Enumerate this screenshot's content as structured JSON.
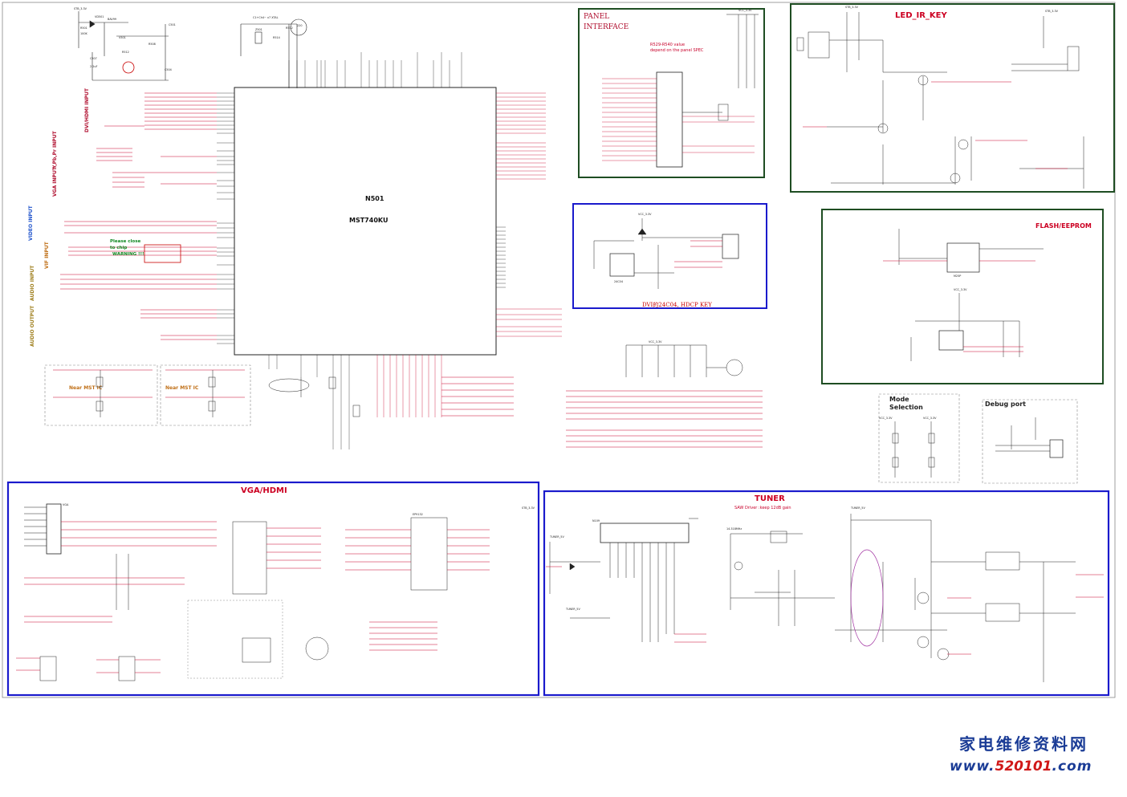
{
  "main_chip": {
    "ref": "N501",
    "part": "MST740KU"
  },
  "sections": {
    "panel_interface": {
      "title_line1": "PANEL",
      "title_line2": "INTERFACE",
      "note_line1": "R529-R540 value",
      "note_line2": "depend on the panel SPEC"
    },
    "led_ir_key": {
      "title": "LED_IR_KEY"
    },
    "hdcp_key": {
      "title": "DVI的24C04, HDCP KEY"
    },
    "flash_eeprom": {
      "title": "FLASH/EEPROM"
    },
    "mode_selection": {
      "title_line1": "Mode",
      "title_line2": "Selection"
    },
    "debug_port": {
      "title": "Debug port"
    },
    "vga_hdmi": {
      "title": "VGA/HDMI"
    },
    "tuner": {
      "title": "TUNER",
      "subtitle": "SAW Driver :keep 12dB gain"
    }
  },
  "input_labels": {
    "dvi_hdmi": "DVI/HDMI INPUT",
    "ypbpr": "Y,Pb,Pr INPUT",
    "vga": "VGA INPUT",
    "video": "VIDEO INPUT",
    "vif": "VIF INPUT",
    "audio_in": "AUDIO INPUT",
    "audio_out": "AUDIO OUTPUT"
  },
  "notes": {
    "please_close_1": "Please close",
    "please_close_2": "to chip",
    "warning": "WARNING !!!",
    "near_mst_left": "Near MST IC",
    "near_mst_right": "Near MST IC"
  },
  "component_labels": {
    "vga_conn": "VGA",
    "hdmi_chip": "EP9132",
    "tuner_chip": "N109",
    "flash": "M25P",
    "eeprom": "24C04",
    "tuner_5v": "TUNER_5V",
    "vcc_33": "VCC_3.3V",
    "stb_33": "STB_3.3V",
    "crystal": "14.318MHz"
  },
  "watermark": {
    "line1": "家电维修资料网",
    "line2_prefix": "www.",
    "line2_main": "520101",
    "line2_suffix": ".com"
  },
  "colors": {
    "border_green": "#1e4d22",
    "border_blue": "#1a1acc",
    "wire_red": "#c8002a",
    "wire_black": "#222222",
    "watermark_blue": "#1b3c96"
  }
}
